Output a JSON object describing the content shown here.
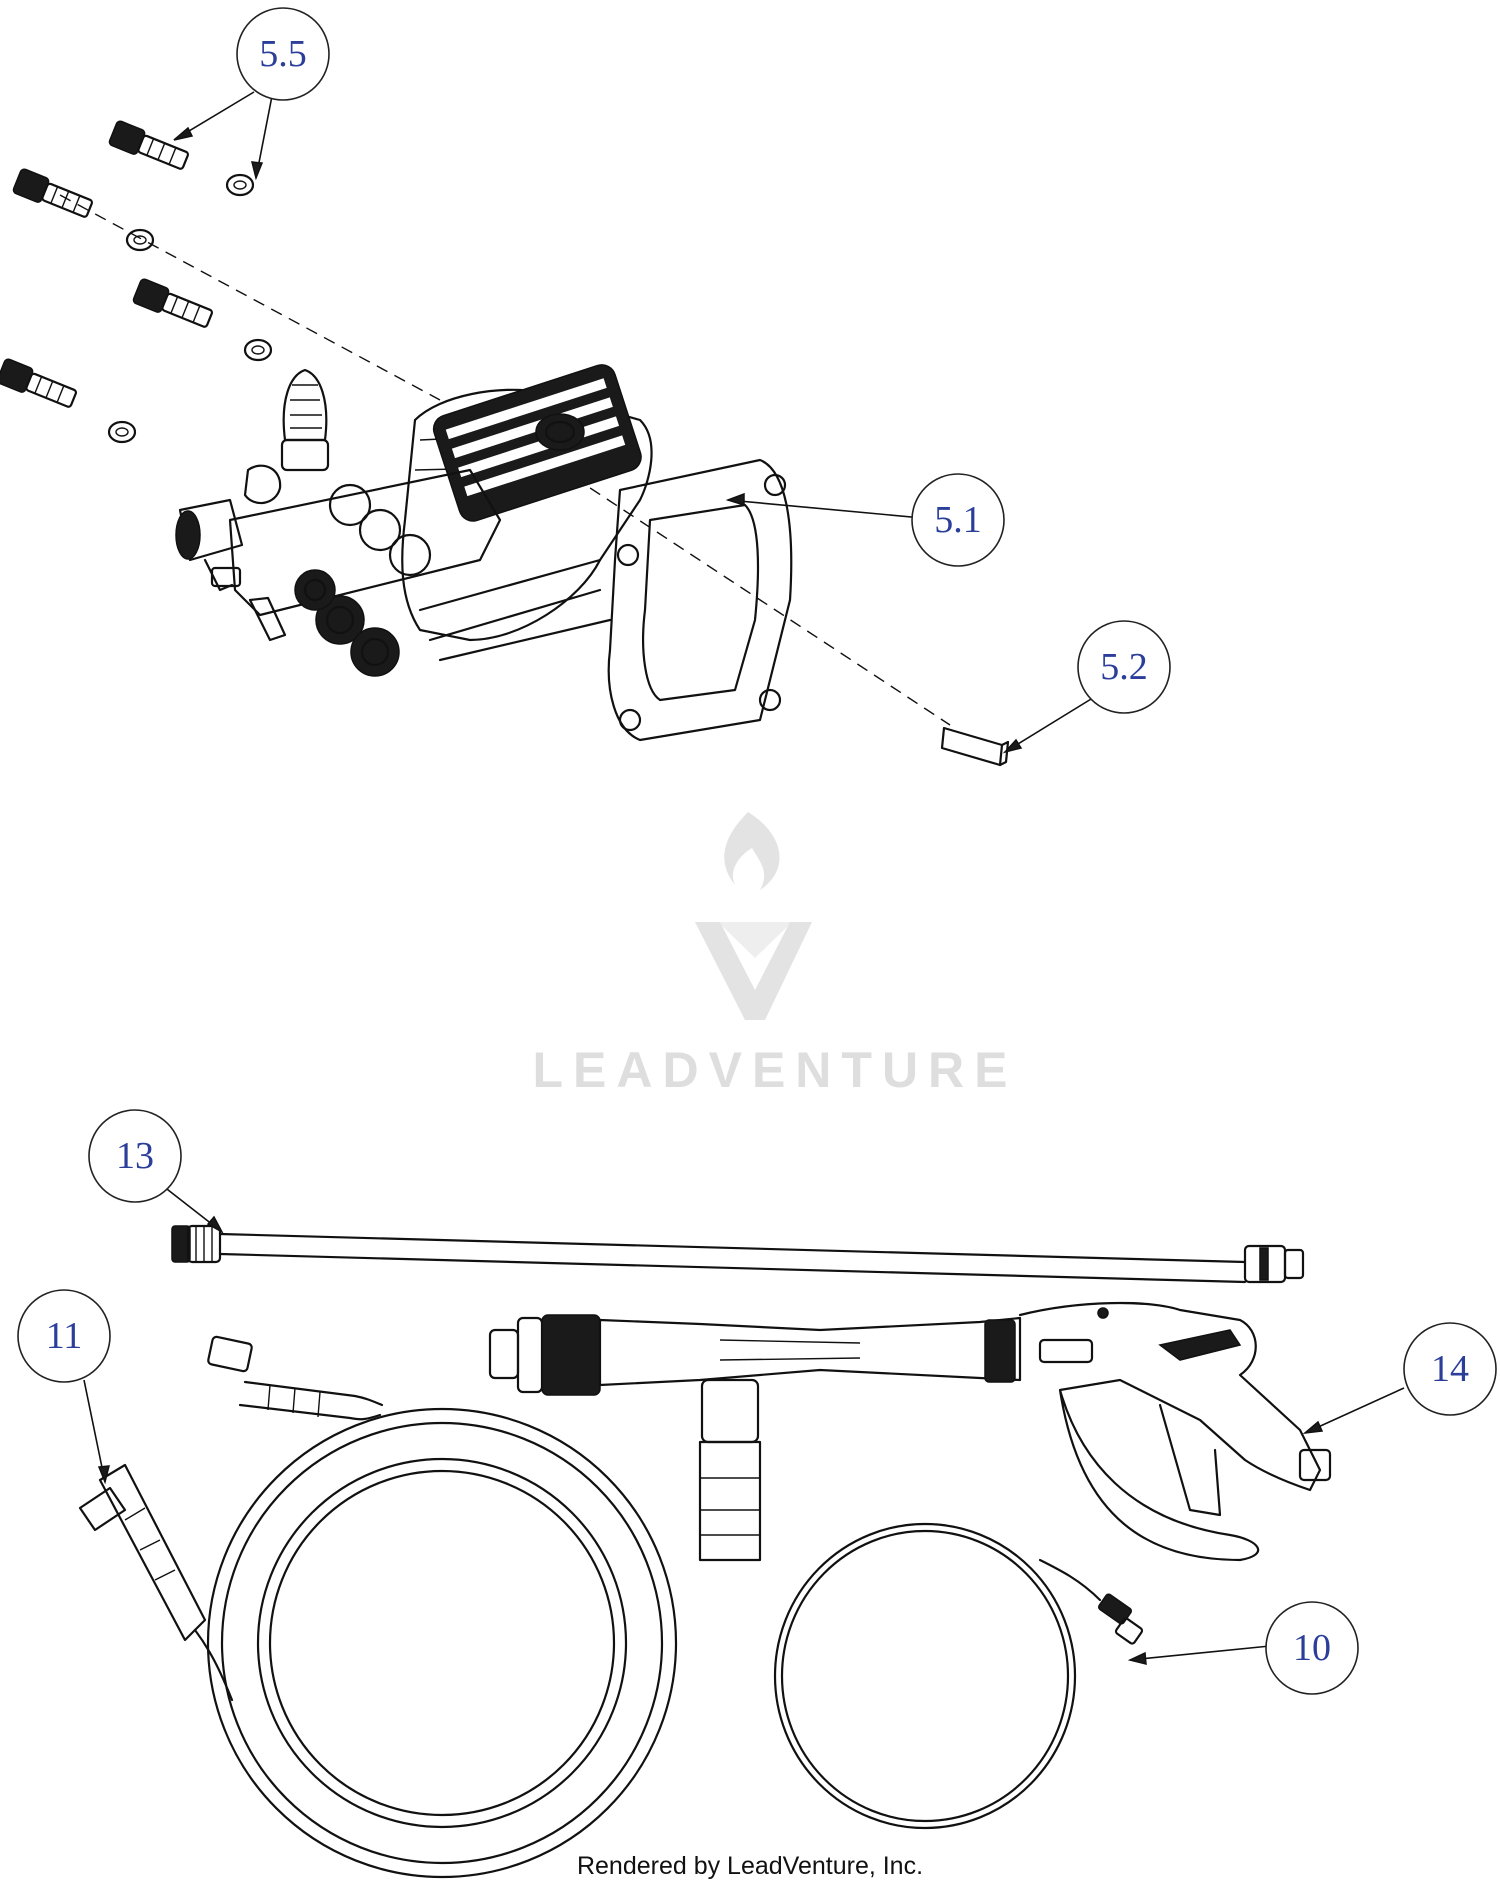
{
  "callouts": [
    {
      "id": "c55",
      "label": "5.5"
    },
    {
      "id": "c51",
      "label": "5.1"
    },
    {
      "id": "c52",
      "label": "5.2"
    },
    {
      "id": "c13",
      "label": "13"
    },
    {
      "id": "c11",
      "label": "11"
    },
    {
      "id": "c14",
      "label": "14"
    },
    {
      "id": "c10",
      "label": "10"
    }
  ],
  "watermark": {
    "text": "LEADVENTURE"
  },
  "footer": {
    "text": "Rendered by LeadVenture, Inc."
  },
  "colors": {
    "callout_text": "#2b3f9a",
    "line": "#111111",
    "watermark": "#e3e3e3"
  }
}
